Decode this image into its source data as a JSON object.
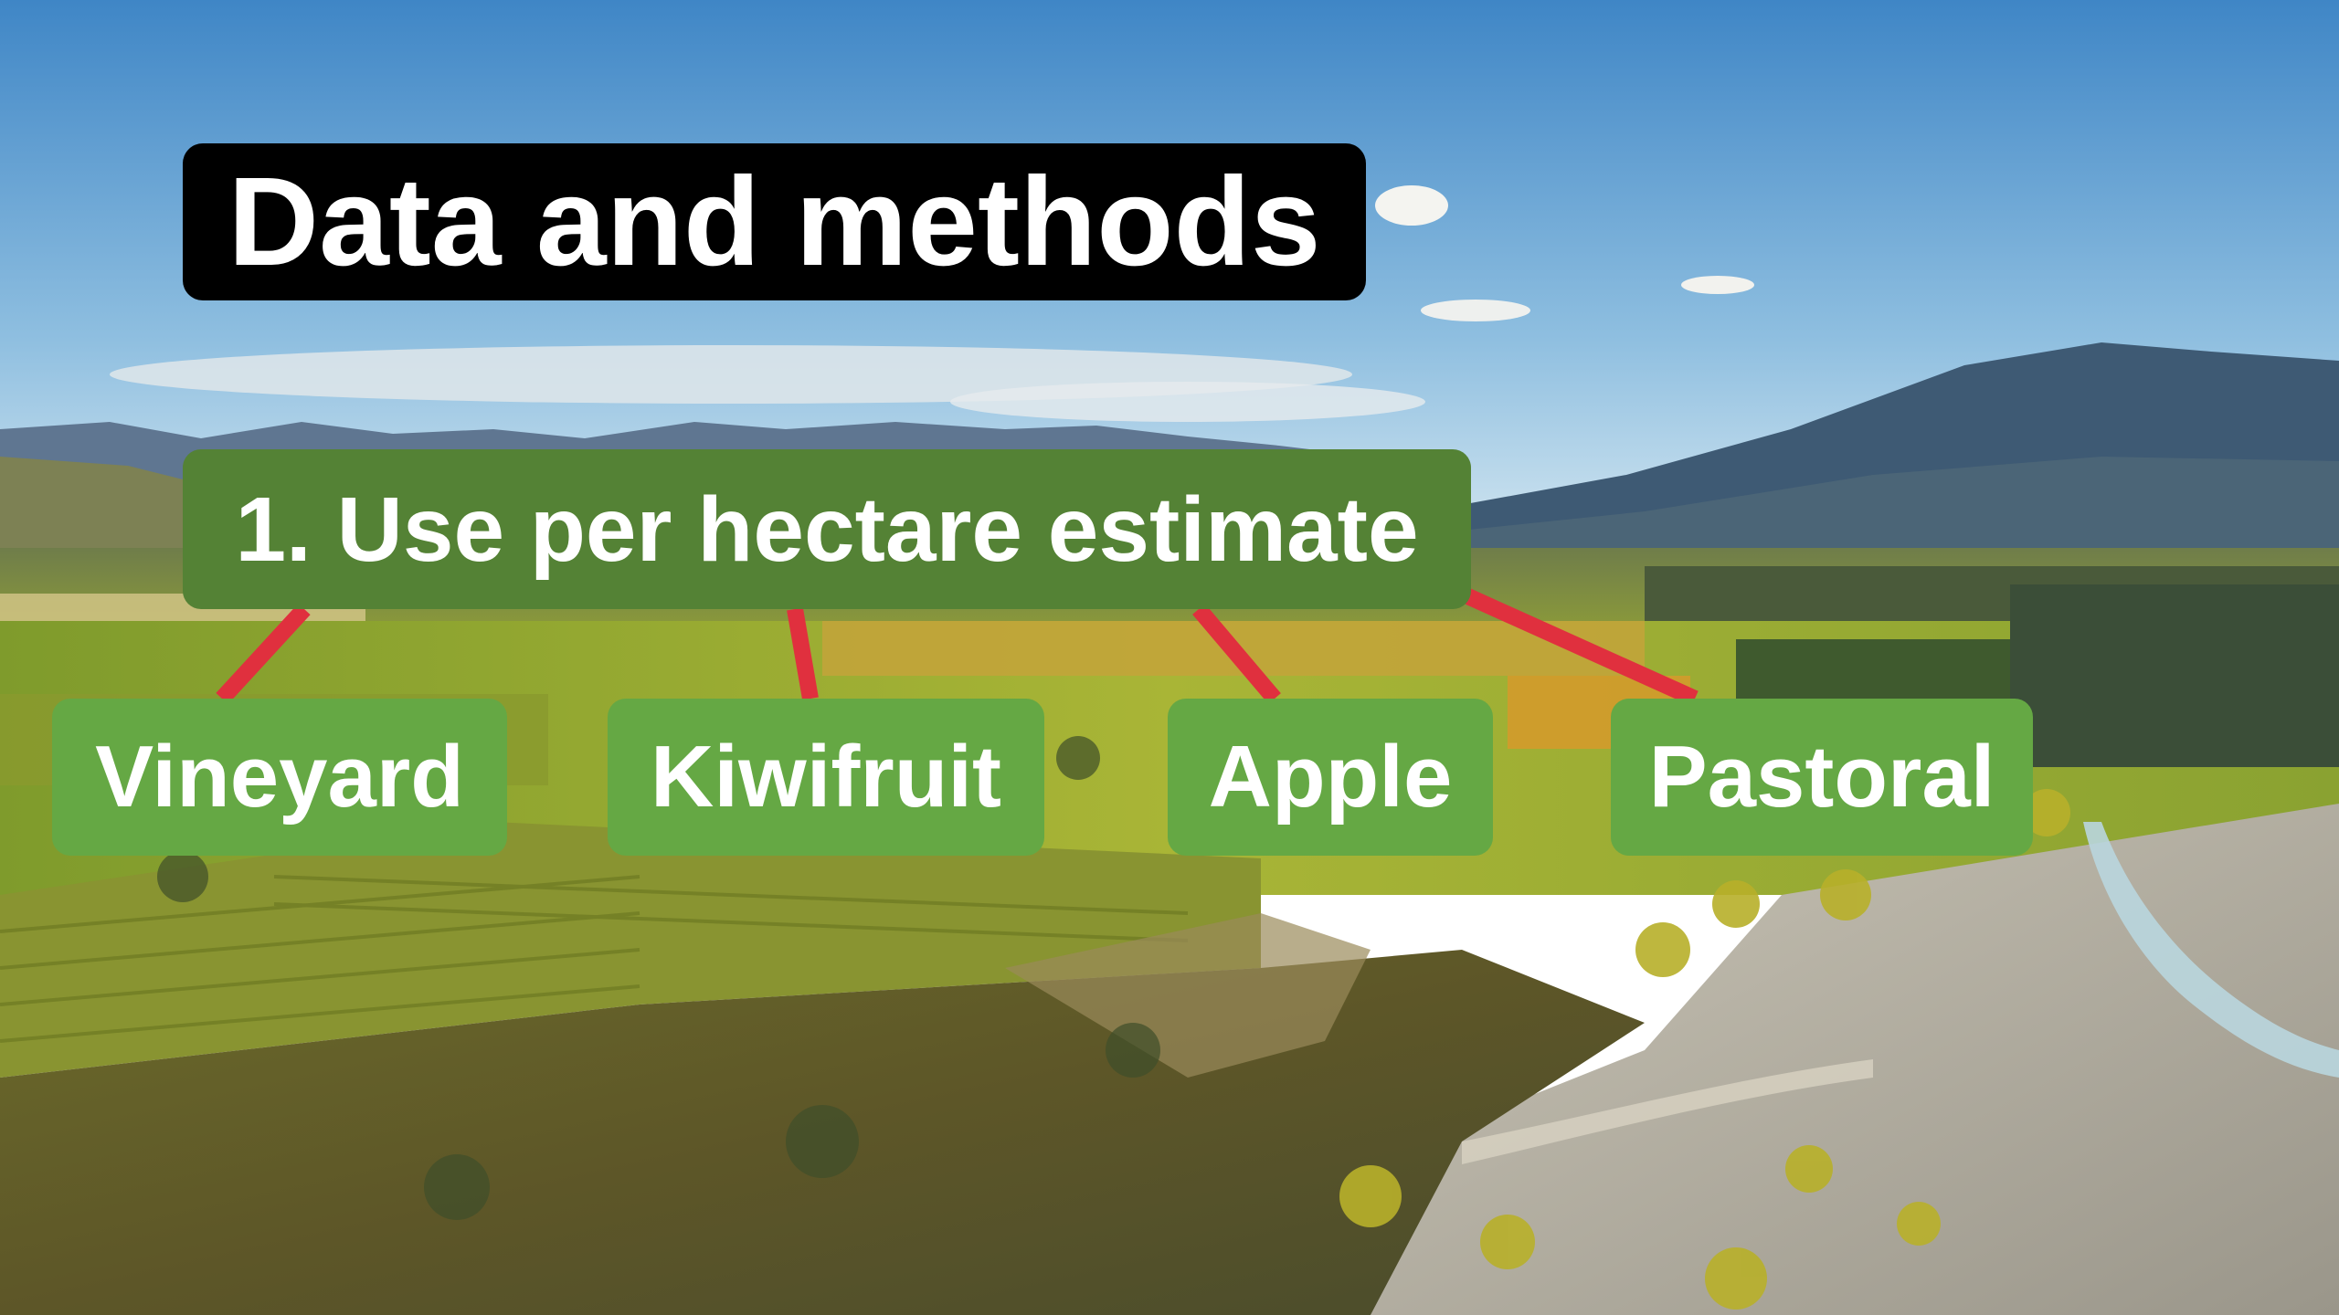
{
  "slide": {
    "title": "Data and methods",
    "method": "1. Use per hectare estimate",
    "categories": [
      {
        "label": "Vineyard"
      },
      {
        "label": "Kiwifruit"
      },
      {
        "label": "Apple"
      },
      {
        "label": "Pastoral"
      }
    ]
  },
  "colors": {
    "title_bg": "#000000",
    "method_bg": "#548235",
    "category_bg": "#65a844",
    "connector": "#e0303e",
    "text": "#ffffff"
  },
  "background": {
    "icon": "aerial-landscape-photo"
  }
}
